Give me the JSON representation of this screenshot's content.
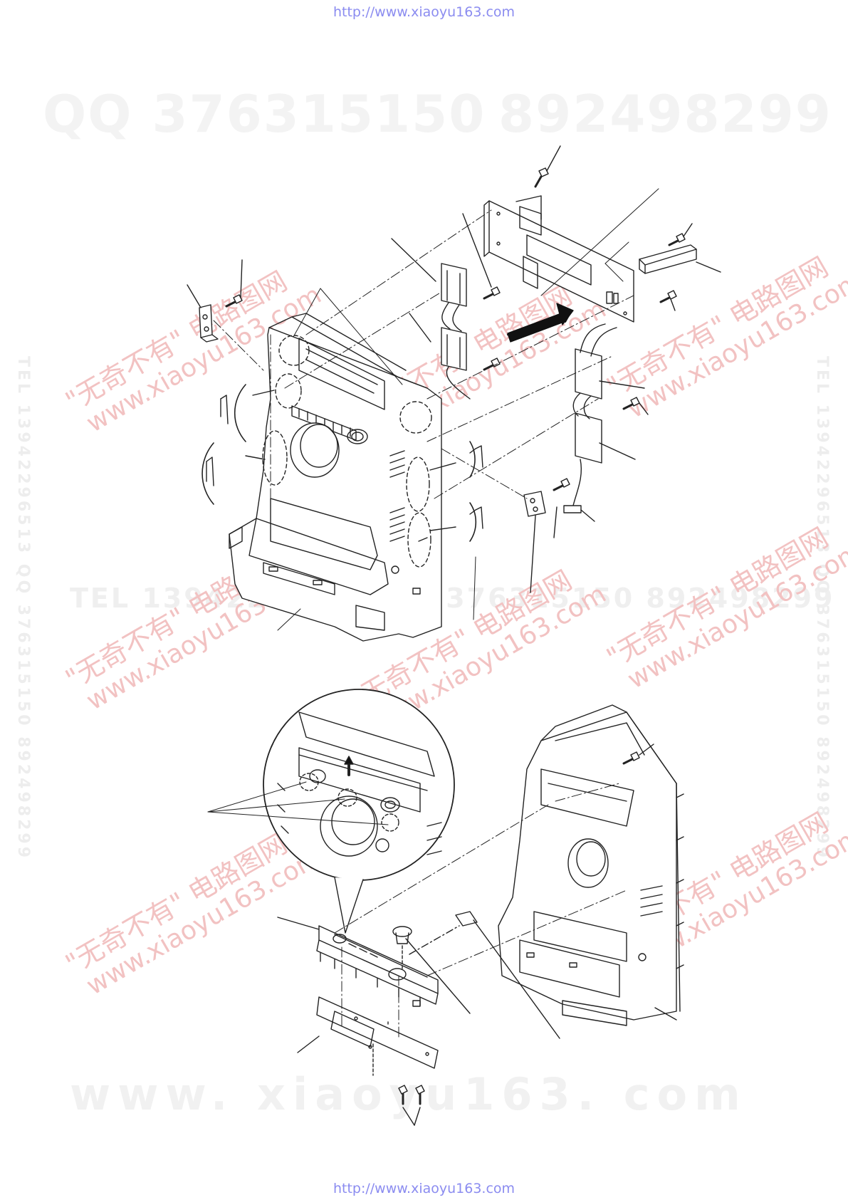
{
  "header": {
    "url": "http://www.xiaoyu163.com"
  },
  "footer": {
    "url": "http://www.xiaoyu163.com"
  },
  "watermarks": {
    "qq_label": "QQ 376315150",
    "qq_number": "892498299",
    "tel_line": "TEL 13942296513 QQ 376315150 892498299",
    "side_text": "TEL 13942296513 QQ 376315150 892498299",
    "site_text": "www. xiaoyu163. com",
    "stamp_line1": "\"无奇不有\" 电路图网",
    "stamp_line2": "www.xiaoyu163.com"
  }
}
